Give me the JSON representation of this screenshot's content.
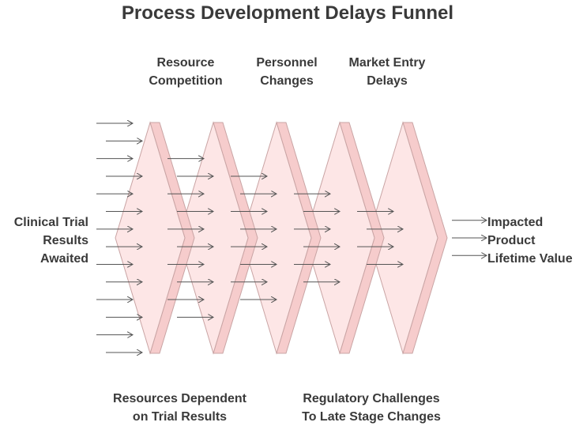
{
  "title": "Process Development Delays Funnel",
  "labels": {
    "top": [
      "Resource\nCompetition",
      "Personnel\nChanges",
      "Market Entry\nDelays"
    ],
    "bottom": [
      "Resources Dependent\non Trial Results",
      "Regulatory Challenges\nTo Late Stage Changes"
    ],
    "input": "Clinical Trial\nResults\nAwaited",
    "output": "Impacted\nProduct\nLifetime Value"
  },
  "funnel": {
    "stage_count": 5,
    "stage_color": "#fde6e6",
    "stage_edge": "#c9a4a4",
    "arrow_color": "#555555",
    "arrows_in_per_stage": [
      14,
      10,
      8,
      6,
      4
    ],
    "arrows_out": 3
  }
}
